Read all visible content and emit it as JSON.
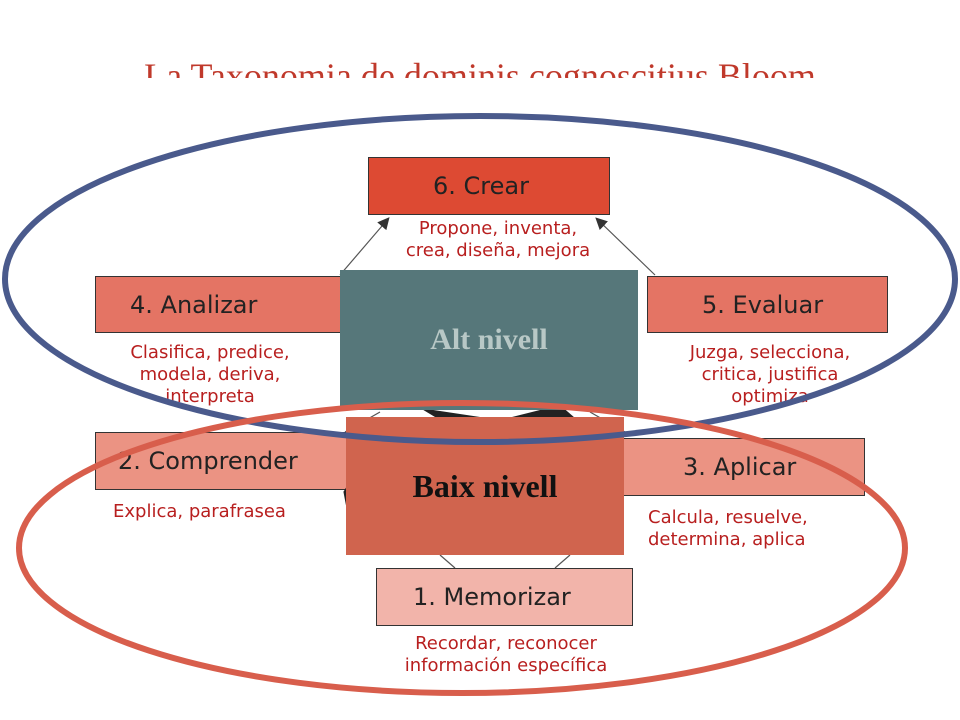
{
  "title": "La Taxonomia de dominis cognoscitius Bloom",
  "levels": [
    {
      "label": "6. Crear",
      "description": [
        "Propone, inventa,",
        "crea, diseña, mejora"
      ]
    },
    {
      "label": "4. Analizar",
      "description": [
        "Clasifica, predice,",
        "modela, deriva,",
        "interpreta"
      ]
    },
    {
      "label": "5. Evaluar",
      "description": [
        "Juzga, selecciona,",
        "critica, justifica",
        "optimiza"
      ]
    },
    {
      "label": "2. Comprender",
      "description": [
        "Explica, parafrasea"
      ]
    },
    {
      "label": "3. Aplicar",
      "description": [
        "Calcula, resuelve,",
        "determina, aplica"
      ]
    },
    {
      "label": "1. Memorizar",
      "description": [
        "Recordar, reconocer",
        "información específica"
      ]
    }
  ],
  "overlays": {
    "high": "Alt nivell",
    "low": "Baix nivell"
  },
  "colors": {
    "crear": "#dd4a33",
    "analizar": "#e47464",
    "evaluar": "#e47464",
    "comprender": "#eb9383",
    "aplicar": "#eb9383",
    "memorizar": "#f2b4aa",
    "high_overlay": "#56777a",
    "low_overlay": "#d0644e",
    "high_ellipse": "#4a5a8c",
    "low_ellipse": "#d85e4c"
  }
}
